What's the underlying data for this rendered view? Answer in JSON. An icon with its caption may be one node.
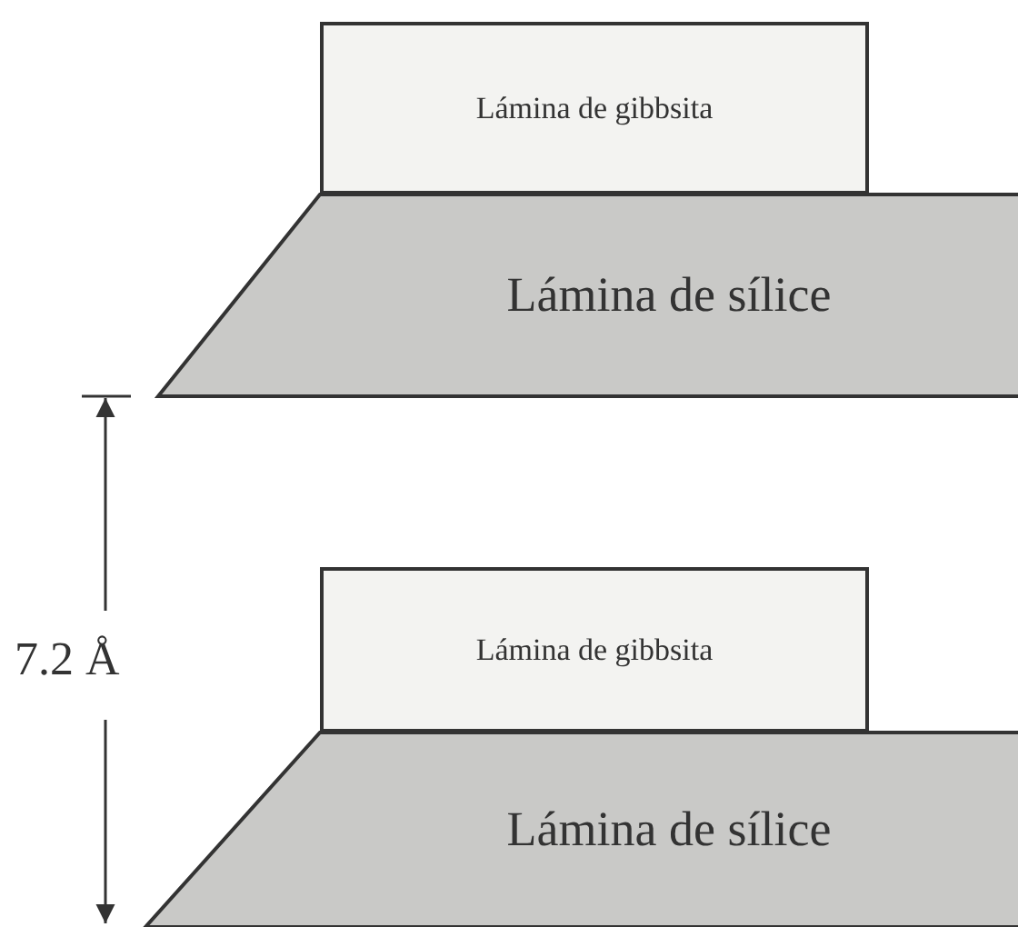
{
  "diagram": {
    "nodes": [
      {
        "text": [
          "Lámina de gibbsita"
        ]
      },
      {
        "text": [
          "Lámina de sílice"
        ]
      },
      {
        "text": [
          "Lámina de gibbsita"
        ]
      },
      {
        "text": [
          "Lámina de sílice"
        ]
      }
    ],
    "labels": [
      "7.2 Å"
    ]
  }
}
